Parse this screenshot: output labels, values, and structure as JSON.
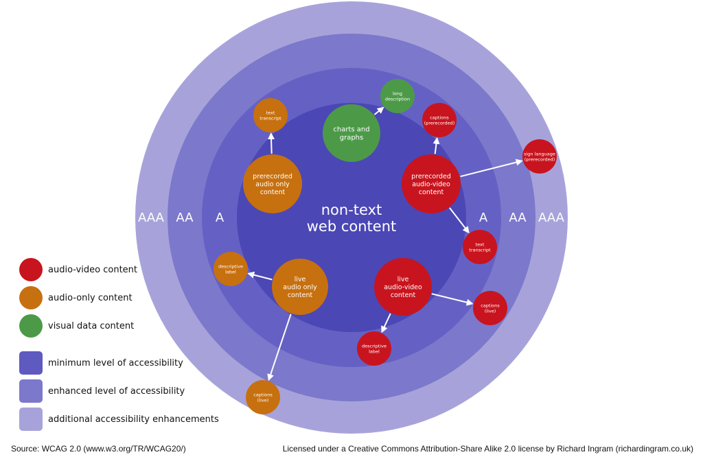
{
  "diagram": {
    "center_text": {
      "line1": "non-text",
      "line2": "web content"
    },
    "levels": {
      "left": [
        "AAA",
        "AA",
        "A"
      ],
      "right": [
        "A",
        "AA",
        "AAA"
      ]
    },
    "colors": {
      "ring_outer": "#a7a3da",
      "ring_middle": "#7c78cb",
      "ring_inner": "#6561c4",
      "core": "#4b47b5",
      "audio_video": "#c8141e",
      "audio_only": "#c7700f",
      "visual_data": "#4c9a48",
      "arrow": "#ffffff"
    },
    "nodes": {
      "charts": {
        "lines": [
          "charts and",
          "graphs"
        ]
      },
      "long_desc": {
        "lines": [
          "long",
          "description"
        ]
      },
      "prerec_audio": {
        "lines": [
          "prerecorded",
          "audio only",
          "content"
        ]
      },
      "text_transcript_audio": {
        "lines": [
          "text",
          "transcript"
        ]
      },
      "prerec_av": {
        "lines": [
          "prerecorded",
          "audio-video",
          "content"
        ]
      },
      "captions_prerec": {
        "lines": [
          "captions",
          "(prerecorded)"
        ]
      },
      "sign_language": {
        "lines": [
          "sign language",
          "(prerecorded)"
        ]
      },
      "text_transcript_av": {
        "lines": [
          "text",
          "transcript"
        ]
      },
      "live_audio": {
        "lines": [
          "live",
          "audio only",
          "content"
        ]
      },
      "desc_label_audio": {
        "lines": [
          "descriptive",
          "label"
        ]
      },
      "captions_live_audio": {
        "lines": [
          "captions",
          "(live)"
        ]
      },
      "live_av": {
        "lines": [
          "live",
          "audio-video",
          "content"
        ]
      },
      "captions_live_av": {
        "lines": [
          "captions",
          "(live)"
        ]
      },
      "desc_label_av": {
        "lines": [
          "descriptive",
          "label"
        ]
      }
    }
  },
  "legend": [
    {
      "label": "audio-video content",
      "color": "#c8141e",
      "shape": "circle"
    },
    {
      "label": "audio-only content",
      "color": "#c7700f",
      "shape": "circle"
    },
    {
      "label": "visual data content",
      "color": "#4c9a48",
      "shape": "circle"
    },
    {
      "label": "minimum level of accessibility",
      "color": "#5e5ac0",
      "shape": "square"
    },
    {
      "label": "enhanced level of accessibility",
      "color": "#7c78cb",
      "shape": "square"
    },
    {
      "label": "additional accessibility enhancements",
      "color": "#a7a3da",
      "shape": "square"
    }
  ],
  "footer": {
    "source": "Source: WCAG 2.0 (www.w3.org/TR/WCAG20/)",
    "license": "Licensed under a Creative Commons Attribution-Share Alike 2.0 license by Richard Ingram (richardingram.co.uk)"
  }
}
